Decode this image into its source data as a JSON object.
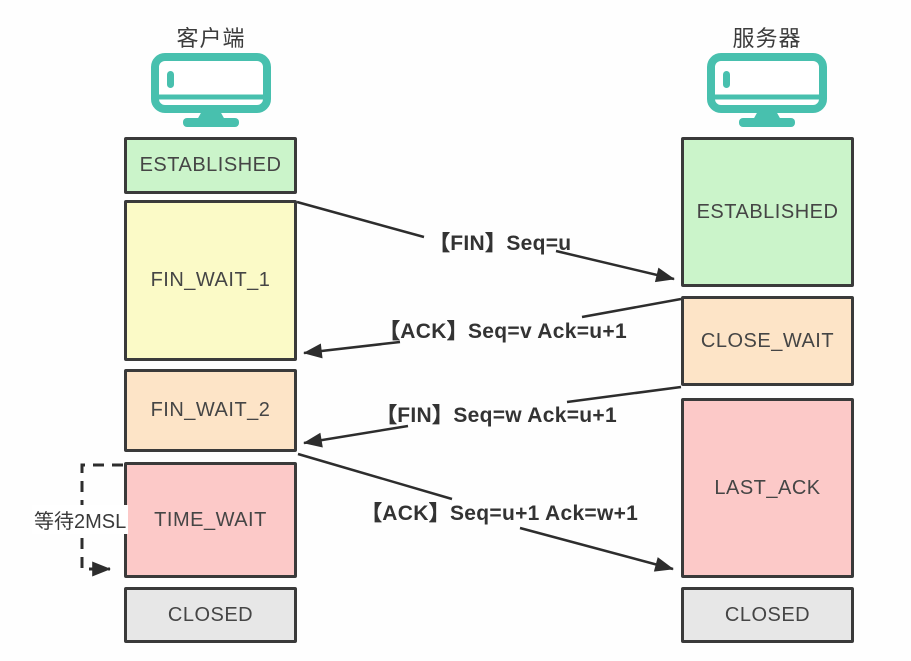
{
  "client": {
    "title": "客户端",
    "wait_note": "等待2MSL",
    "states": [
      {
        "label": "ESTABLISHED",
        "fill": "#cbf4ca"
      },
      {
        "label": "FIN_WAIT_1",
        "fill": "#fbfac7"
      },
      {
        "label": "FIN_WAIT_2",
        "fill": "#fde4c7"
      },
      {
        "label": "TIME_WAIT",
        "fill": "#fcc9c8"
      },
      {
        "label": "CLOSED",
        "fill": "#e7e7e7"
      }
    ]
  },
  "server": {
    "title": "服务器",
    "states": [
      {
        "label": "ESTABLISHED",
        "fill": "#cbf4ca"
      },
      {
        "label": "CLOSE_WAIT",
        "fill": "#fde4c7"
      },
      {
        "label": "LAST_ACK",
        "fill": "#fcc9c8"
      },
      {
        "label": "CLOSED",
        "fill": "#e7e7e7"
      }
    ]
  },
  "messages": [
    {
      "label": "【FIN】Seq=u",
      "from": "client",
      "to": "server"
    },
    {
      "label": "【ACK】Seq=v Ack=u+1",
      "from": "server",
      "to": "client"
    },
    {
      "label": "【FIN】Seq=w Ack=u+1",
      "from": "server",
      "to": "client"
    },
    {
      "label": "【ACK】Seq=u+1 Ack=w+1",
      "from": "client",
      "to": "server"
    }
  ],
  "colors": {
    "monitor_teal": "#48c0ae",
    "arrow_line": "#2d2d2d",
    "box_border": "#3a3a3a"
  }
}
